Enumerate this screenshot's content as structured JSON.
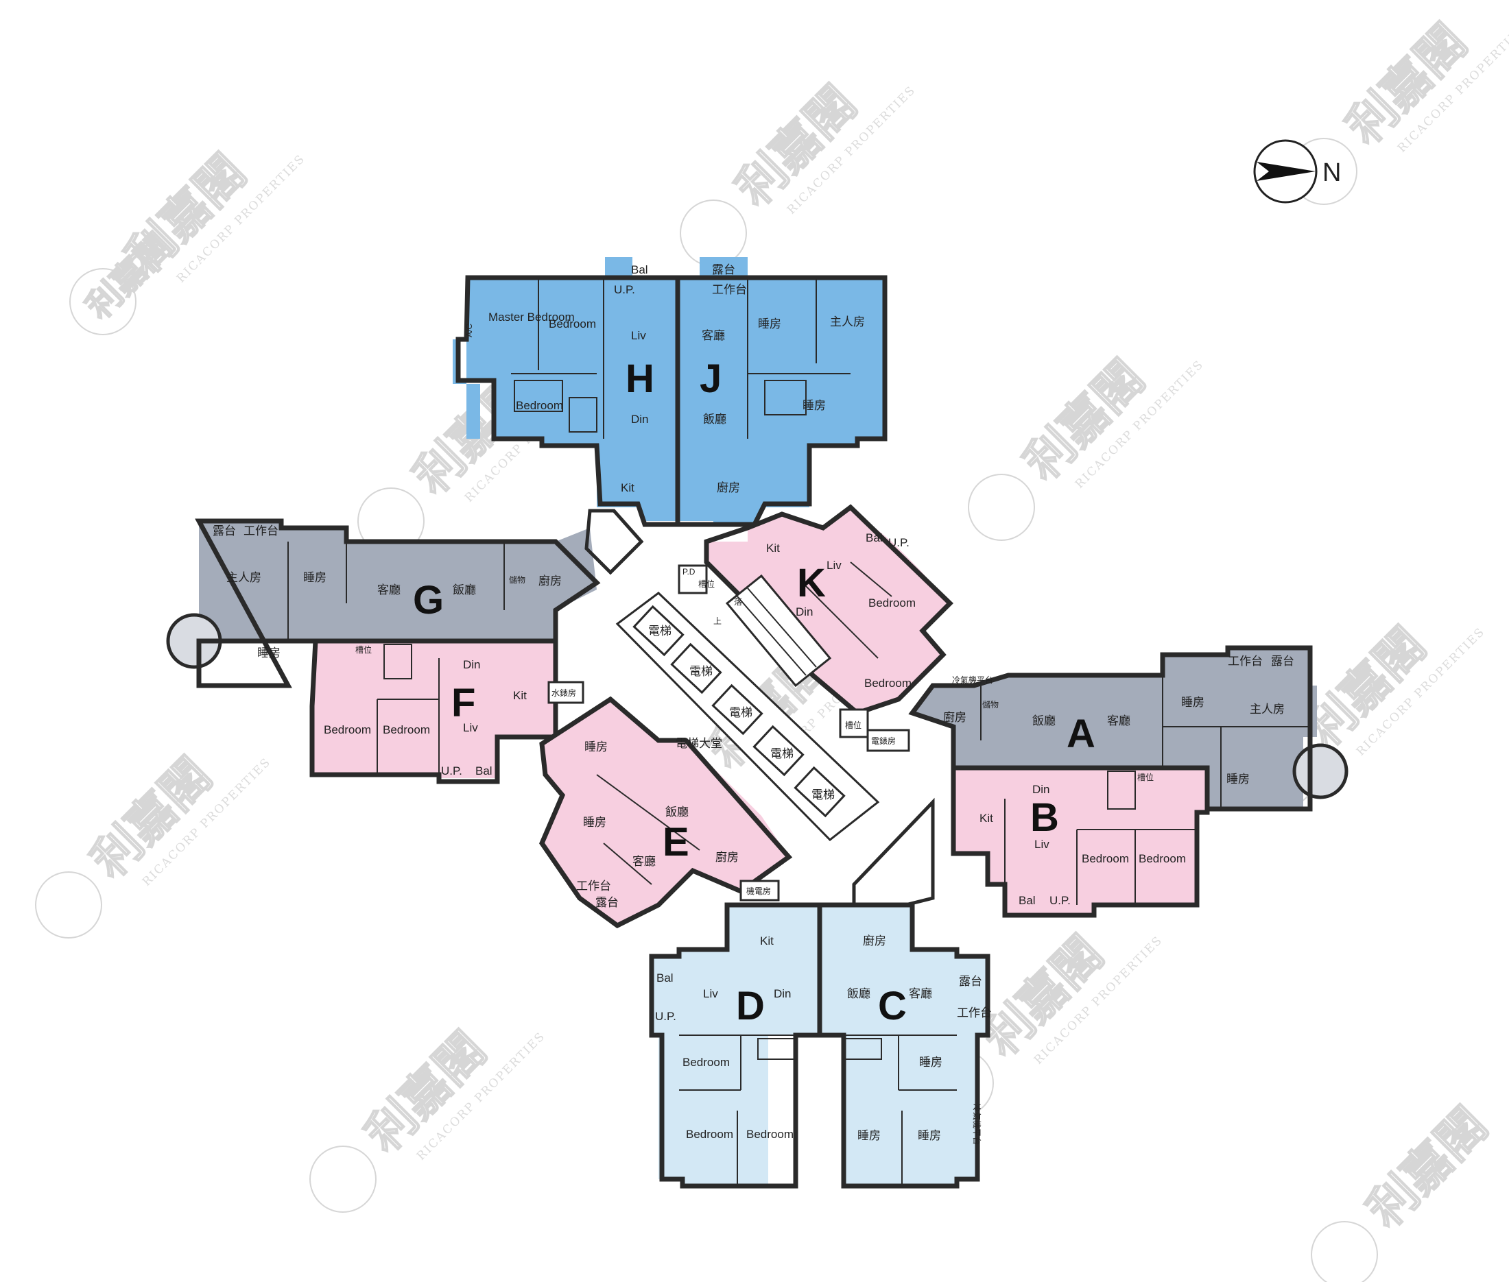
{
  "colors": {
    "blue_units": "#7ab8e6",
    "light_blue_units": "#d3e8f5",
    "pink_units": "#f7cfe0",
    "grey_units": "#a4acba",
    "wall": "#2a2a2a",
    "watermark": "#d6d6d6"
  },
  "watermark": {
    "logo": "利嘉閣",
    "text": "RICACORP PROPERTIES"
  },
  "compass": {
    "north": "N"
  },
  "units": {
    "A": {
      "letter": "A",
      "rooms": [
        "飯廳",
        "客廳",
        "睡房",
        "主人房",
        "睡房",
        "廚房",
        "儲物",
        "工作台",
        "露台",
        "冷氣機平台"
      ]
    },
    "B": {
      "letter": "B",
      "rooms": [
        "Din",
        "Liv",
        "Kit",
        "Bedroom",
        "Bedroom",
        "Bal",
        "U.P.",
        "槽位"
      ]
    },
    "C": {
      "letter": "C",
      "rooms": [
        "飯廳",
        "客廳",
        "廚房",
        "睡房",
        "睡房",
        "睡房",
        "露台",
        "工作台",
        "冷氣機平台"
      ]
    },
    "D": {
      "letter": "D",
      "rooms": [
        "Liv",
        "Din",
        "Kit",
        "Bedroom",
        "Bedroom",
        "Bedroom",
        "Bal",
        "U.P."
      ]
    },
    "E": {
      "letter": "E",
      "rooms": [
        "睡房",
        "飯廳",
        "睡房",
        "客廳",
        "廚房",
        "工作台",
        "露台"
      ]
    },
    "F": {
      "letter": "F",
      "rooms": [
        "Din",
        "Liv",
        "Kit",
        "Bedroom",
        "Bedroom",
        "U.P.",
        "Bal",
        "槽位"
      ]
    },
    "G": {
      "letter": "G",
      "rooms": [
        "主人房",
        "睡房",
        "客廳",
        "飯廳",
        "廚房",
        "睡房",
        "露台",
        "工作台",
        "儲物"
      ]
    },
    "H": {
      "letter": "H",
      "rooms": [
        "Master Bedroom",
        "Bedroom",
        "Liv",
        "Din",
        "Bedroom",
        "Kit",
        "Bal",
        "U.P."
      ]
    },
    "J": {
      "letter": "J",
      "rooms": [
        "客廳",
        "睡房",
        "主人房",
        "飯廳",
        "睡房",
        "廚房",
        "露台",
        "工作台"
      ]
    },
    "K": {
      "letter": "K",
      "rooms": [
        "Kit",
        "Liv",
        "Din",
        "Bal",
        "U.P.",
        "Bedroom",
        "Bedroom"
      ]
    }
  },
  "ac": "A/C",
  "pd": "P.D",
  "core": {
    "lift": "電梯",
    "lobby": "電梯大堂",
    "water_meter": "水錶房",
    "elec_meter": "電錶房",
    "machine_room": "機電房",
    "slot": "槽位",
    "up": "上",
    "down": "落",
    "ac_platform": "冷氣機平台"
  }
}
